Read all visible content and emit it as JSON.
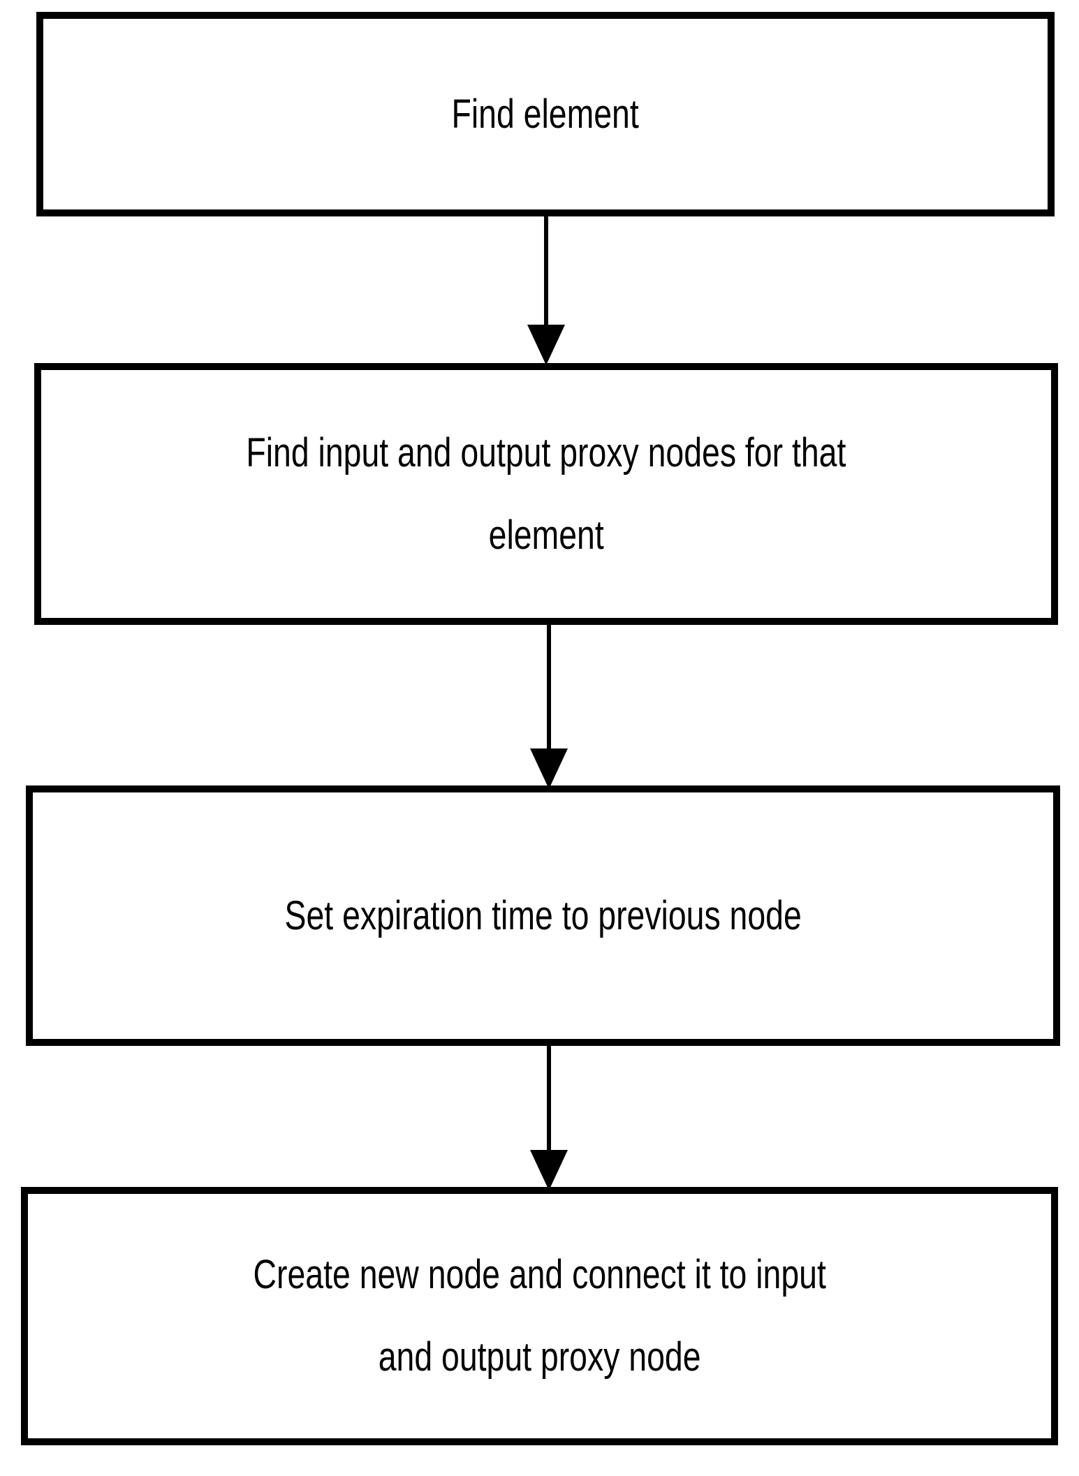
{
  "diagram": {
    "title": "",
    "type": "flowchart",
    "orientation": "vertical",
    "colors": {
      "background": "#ffffff",
      "box_border": "#000000",
      "box_fill": "#ffffff",
      "text": "#000000",
      "connector": "#000000"
    },
    "nodes": [
      {
        "id": "node-1",
        "shape": "rectangle",
        "lines": [
          "Find element"
        ]
      },
      {
        "id": "node-2",
        "shape": "rectangle",
        "lines": [
          "Find input and output proxy nodes for that",
          "element"
        ]
      },
      {
        "id": "node-3",
        "shape": "rectangle",
        "lines": [
          "Set expiration time to previous node"
        ]
      },
      {
        "id": "node-4",
        "shape": "rectangle",
        "lines": [
          "Create new node and connect it to input",
          "and output proxy node"
        ]
      }
    ],
    "connectors": [
      {
        "id": "conn-1",
        "from": "node-1",
        "to": "node-2",
        "style": "arrow-down",
        "label": ""
      },
      {
        "id": "conn-2",
        "from": "node-2",
        "to": "node-3",
        "style": "arrow-down",
        "label": ""
      },
      {
        "id": "conn-3",
        "from": "node-3",
        "to": "node-4",
        "style": "arrow-down",
        "label": ""
      }
    ]
  }
}
